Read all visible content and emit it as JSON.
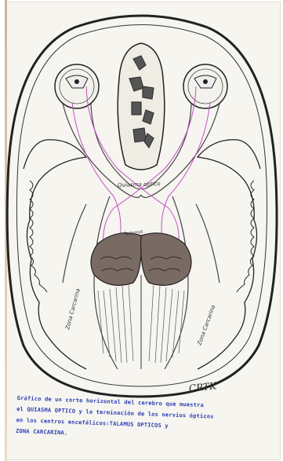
{
  "labels": {
    "chiasm": "Quiasma optico",
    "left_area": "Zona Carcarina",
    "right_area": "Zona Carcarina",
    "thalamus": "Talamus"
  },
  "signature": "CRTK",
  "caption": {
    "line1": "Gráfico de un corte horizontal del cerebro que muestra",
    "line2": "el QUIASMA OPTICO y la terminación de los nervios ópticos",
    "line3": "en los centros encefálicos:TALAMUS OPTICOS y",
    "line4": "ZONA CARCARINA."
  },
  "colors": {
    "nerve": "#c24fc4",
    "ink": "#222222",
    "caption": "#2b3fb5",
    "paper": "#f6f5f0"
  }
}
